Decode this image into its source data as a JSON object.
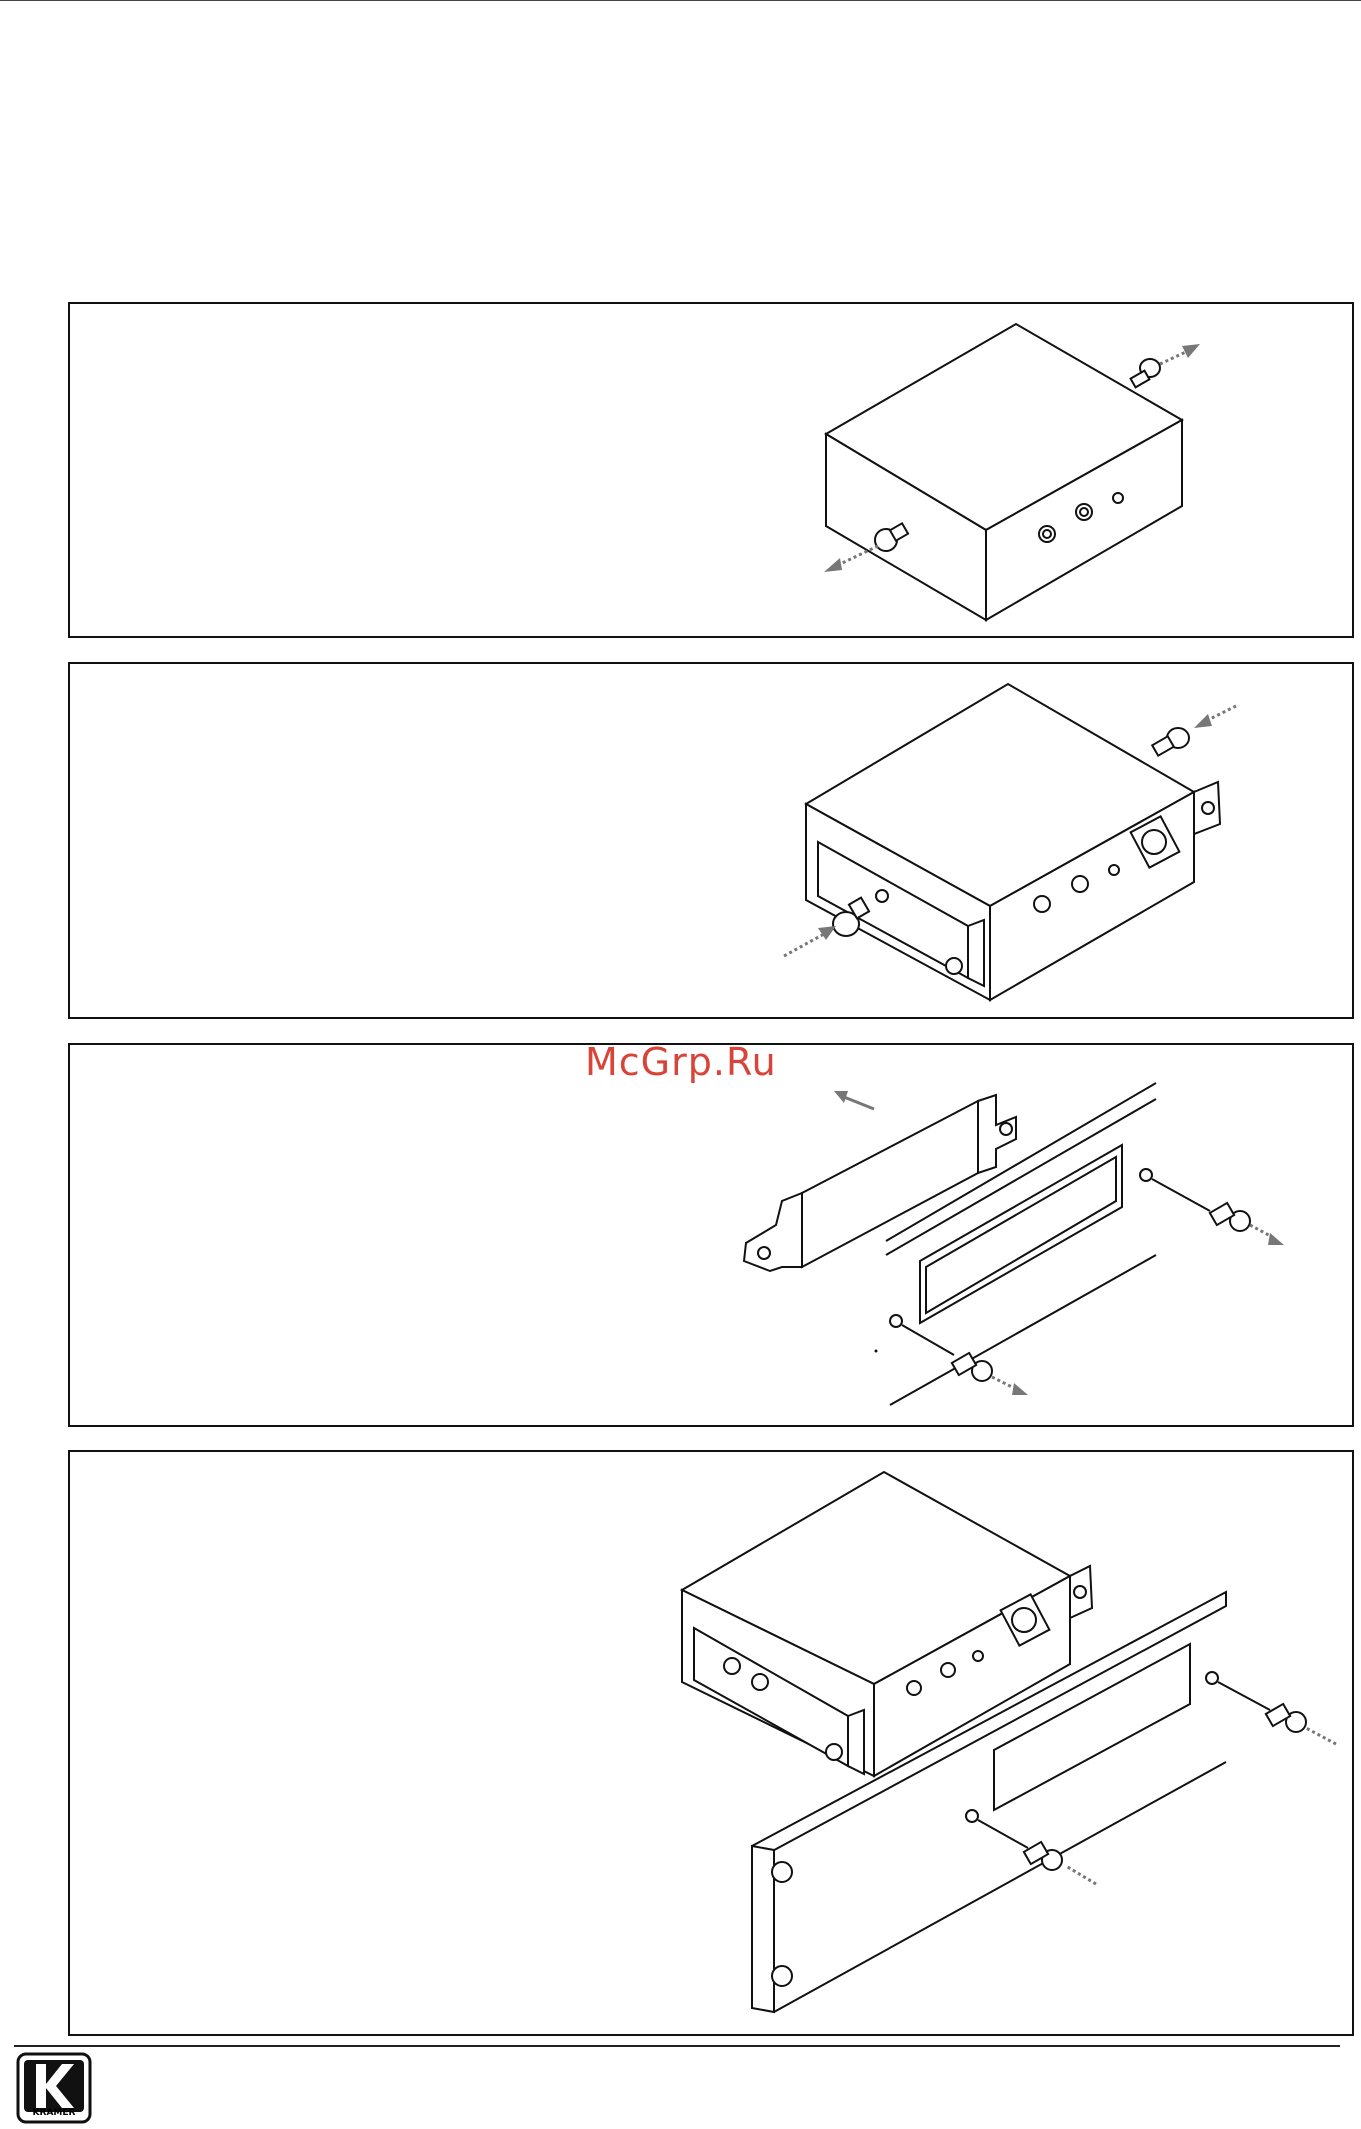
{
  "watermark": {
    "text": "McGrp.Ru"
  },
  "footer": {
    "logo_text": "KRAMER"
  },
  "steps": [
    {
      "id": 1
    },
    {
      "id": 2
    },
    {
      "id": 3
    },
    {
      "id": 4
    }
  ],
  "colors": {
    "arrow": "#777777",
    "watermark": "#d9443a",
    "line": "#111111"
  }
}
